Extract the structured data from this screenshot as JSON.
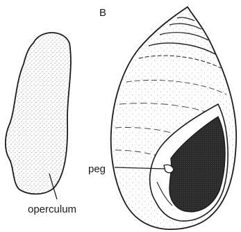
{
  "figure": {
    "panel_label": "B",
    "labels": {
      "peg": "peg",
      "operculum": "operculum"
    }
  },
  "colors": {
    "ink": "#1a1a1a",
    "stipple": "#6b6b6b",
    "aperture_shadow": "#2b2b2b",
    "background": "#ffffff"
  }
}
